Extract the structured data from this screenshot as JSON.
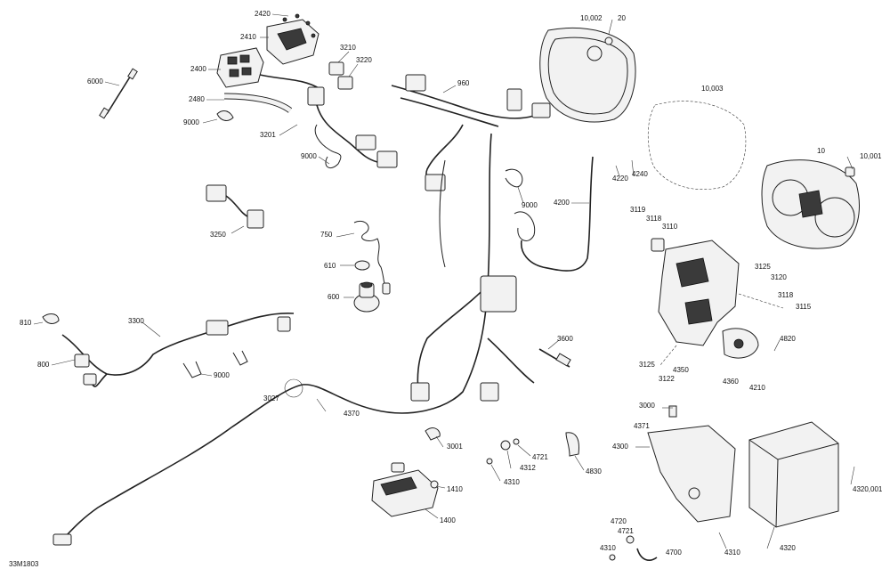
{
  "figure_code": "33M1803",
  "callouts": [
    "2420",
    "20",
    "10,002",
    "2410",
    "3210",
    "3220",
    "2400",
    "6000",
    "960",
    "10,003",
    "2480",
    "9000",
    "3201",
    "9000",
    "10",
    "10,001",
    "4220",
    "4240",
    "4200",
    "9000",
    "3250",
    "3119",
    "3118",
    "3110",
    "750",
    "610",
    "3125",
    "3120",
    "600",
    "3118",
    "3115",
    "810",
    "3300",
    "3600",
    "800",
    "9000",
    "4820",
    "3125",
    "3122",
    "4350",
    "4360",
    "4210",
    "3027",
    "3000",
    "4370",
    "4371",
    "4300",
    "3001",
    "4721",
    "4312",
    "4310",
    "4830",
    "1410",
    "4320,001",
    "1400",
    "4720",
    "4721",
    "4700",
    "4310",
    "4310",
    "4320"
  ]
}
